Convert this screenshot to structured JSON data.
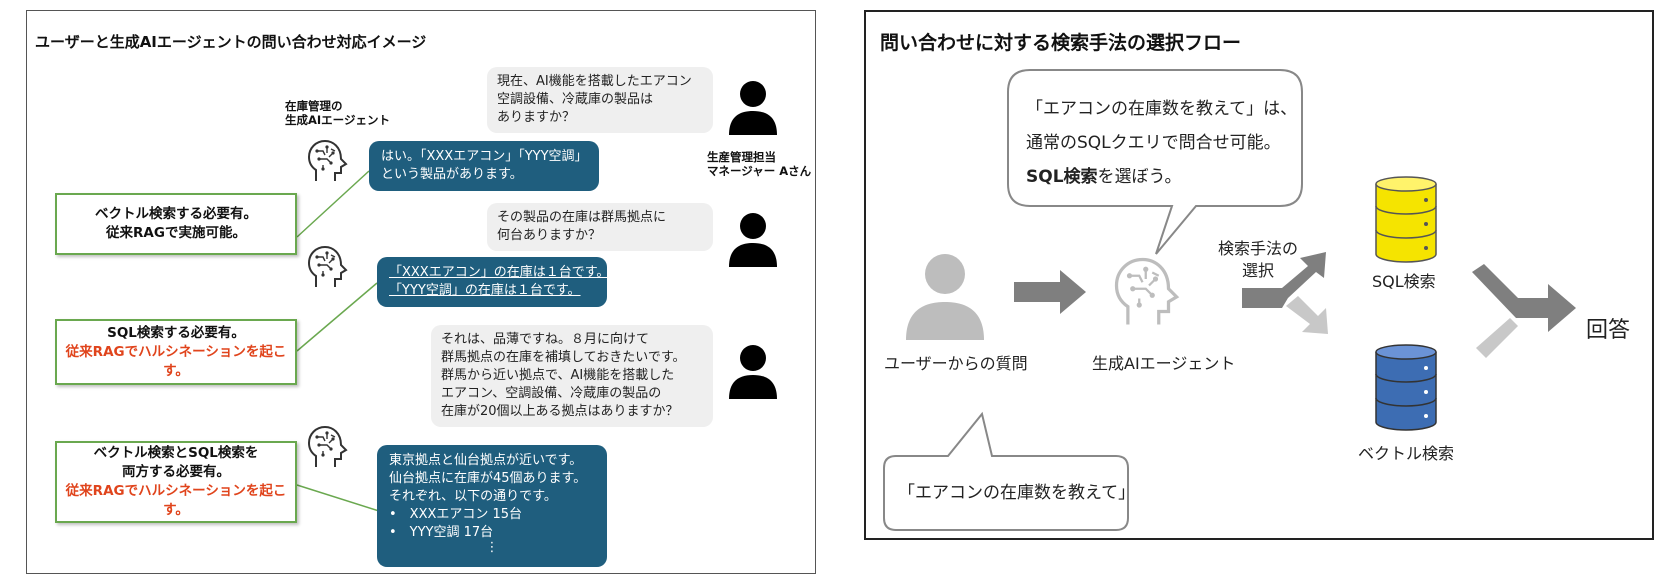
{
  "left_panel": {
    "title": "ユーザーと生成AIエージェントの問い合わせ対応イメージ",
    "agent_label": [
      "在庫管理の",
      "生成AIエージェント"
    ],
    "user_label": [
      "生産管理担当",
      "マネージャー Aさん"
    ],
    "q1": [
      "現在、AI機能を搭載したエアコン",
      "空調設備、冷蔵庫の製品は",
      "ありますか？"
    ],
    "a1": [
      "はい。「XXXエアコン」「YYY空調」",
      "という製品があります。"
    ],
    "q2": [
      "その製品の在庫は群馬拠点に",
      "何台ありますか？"
    ],
    "a2": [
      "「XXXエアコン」の在庫は１台です。",
      "「YYY空調」の在庫は１台です。"
    ],
    "q3": [
      "それは、品薄ですね。８月に向けて",
      "群馬拠点の在庫を補填しておきたいです。",
      "群馬から近い拠点で、AI機能を搭載した",
      "エアコン、空調設備、冷蔵庫の製品の",
      "在庫が20個以上ある拠点はありますか？"
    ],
    "a3": [
      "東京拠点と仙台拠点が近いです。",
      "仙台拠点に在庫が45個あります。",
      "それぞれ、以下の通りです。",
      "•　XXXエアコン 15台",
      "•　YYY空調 17台",
      "⋮"
    ],
    "callout1": [
      "ベクトル検索する必要有。",
      "従来RAGで実施可能。"
    ],
    "callout2": [
      "SQL検索する必要有。",
      "従来RAGでハルシネーションを起こす。"
    ],
    "callout3": [
      "ベクトル検索とSQL検索を",
      "両方する必要有。",
      "従来RAGでハルシネーションを起こす。"
    ]
  },
  "right_panel": {
    "title": "問い合わせに対する検索手法の選択フロー",
    "thought": [
      "「エアコンの在庫数を教えて」は、",
      "通常のSQLクエリで問合せ可能。"
    ],
    "thought_bold": "SQL検索",
    "thought_tail": "を選ぼう。",
    "user_label": "ユーザーからの質問",
    "agent_label": "生成AIエージェント",
    "choice_label": [
      "検索手法の",
      "選択"
    ],
    "sql_label": "SQL検索",
    "vector_label": "ベクトル検索",
    "answer_label": "回答",
    "question_bubble": "「エアコンの在庫数を教えて」"
  },
  "colors": {
    "blue_bubble": "#1f5e7e",
    "green_border": "#6aa84f",
    "red_text": "#e0441c",
    "sql_db": "#f5e400",
    "vector_db": "#3d6db3"
  }
}
